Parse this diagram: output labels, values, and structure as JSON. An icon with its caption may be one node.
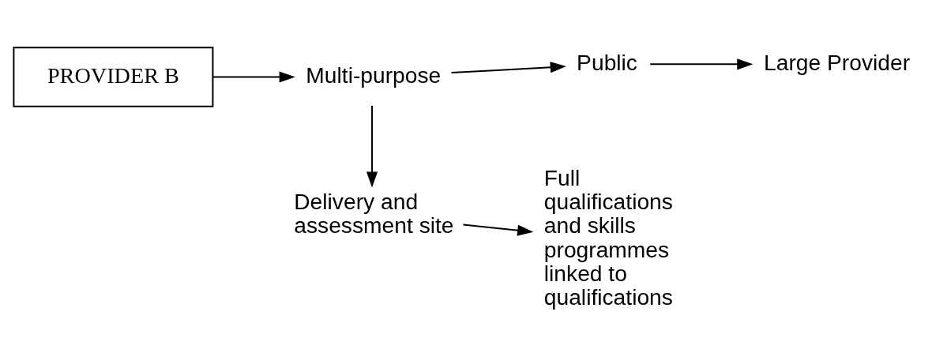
{
  "diagram": {
    "nodes": [
      {
        "text": [
          "PROVIDER B"
        ]
      },
      {
        "text": [
          "Multi-purpose"
        ]
      },
      {
        "text": [
          "Public"
        ]
      },
      {
        "text": [
          "Large Provider"
        ]
      },
      {
        "text": [
          "Delivery and assessment site"
        ]
      },
      {
        "text": [
          "Full qualifications and skills programmes linked to qualifications"
        ]
      }
    ],
    "edges": [
      {
        "from": 0,
        "to": 1,
        "arrow": "to"
      },
      {
        "from": 1,
        "to": 2,
        "arrow": "to"
      },
      {
        "from": 2,
        "to": 3,
        "arrow": "to"
      },
      {
        "from": 1,
        "to": 4,
        "arrow": "to"
      },
      {
        "from": 4,
        "to": 5,
        "arrow": "to"
      }
    ]
  }
}
